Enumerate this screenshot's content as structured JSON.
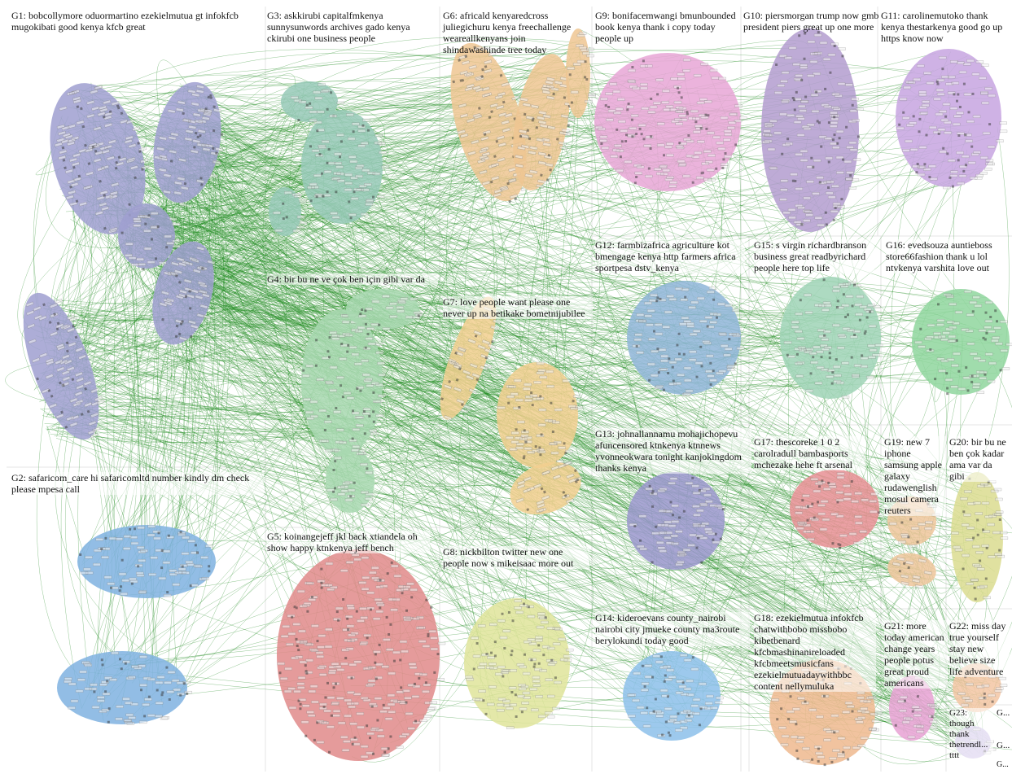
{
  "groups": [
    {
      "id": "G1",
      "label": "G1: bobcollymore oduormartino ezekielmutua gt infokfcb mugokibati good kenya kfcb great",
      "color": "#9f9fd0"
    },
    {
      "id": "G2",
      "label": "G2: safaricom_care hi safaricomltd number kindly dm check please mpesa call",
      "color": "#7fb2e0"
    },
    {
      "id": "G3",
      "label": "G3: askkirubi capitalfmkenya sunnysunwords archives gado kenya ckirubi one business people",
      "color": "#97c9b7"
    },
    {
      "id": "G4",
      "label": "G4: bir bu ne ve çok ben için gibi var da",
      "color": "#a8d8b0"
    },
    {
      "id": "G5",
      "label": "G5: koinangejeff jkl back xtiandela oh show happy ktnkenya jeff bench",
      "color": "#e08a8a"
    },
    {
      "id": "G6",
      "label": "G6: africald kenyaredcross juliegichuru kenya freechallenge weareallkenyans join shindawashinde tree today",
      "color": "#efc592"
    },
    {
      "id": "G7",
      "label": "G7: love people want please one never up na betikake bometnijubilee",
      "color": "#f2cf8f"
    },
    {
      "id": "G8",
      "label": "G8: nickbilton twitter new one people now s mikeisaac more out",
      "color": "#dfe49a"
    },
    {
      "id": "G9",
      "label": "G9: bonifacemwangi bmunbounded book kenya thank i copy today people up",
      "color": "#e7a6d6"
    },
    {
      "id": "G10",
      "label": "G10: piersmorgan trump now gmb president piers great up one more",
      "color": "#b39ccf"
    },
    {
      "id": "G11",
      "label": "G11: carolinemutoko thank kenya thestarkenya good go up https know now",
      "color": "#c7a5e0"
    },
    {
      "id": "G12",
      "label": "G12: farmbizafrica agriculture kot bmengage kenya http farmers africa sportpesa dstv_kenya",
      "color": "#8fb5d8"
    },
    {
      "id": "G13",
      "label": "G13: johnallannamu mohajichopevu afuncensored ktnkenya ktnnews yvonneokwara tonight kanjokingdom thanks kenya",
      "color": "#9a96cc"
    },
    {
      "id": "G14",
      "label": "G14: kideroevans county_nairobi nairobi city jmueke county ma3route berylokundi today good",
      "color": "#8cc0ea"
    },
    {
      "id": "G15",
      "label": "G15: s virgin richardbranson business great readbyrichard people here top life",
      "color": "#9fd3b6"
    },
    {
      "id": "G16",
      "label": "G16: evedsouza auntieboss store66fashion thank u lol ntvkenya varshita love out",
      "color": "#8fd69e"
    },
    {
      "id": "G17",
      "label": "G17: thescoreke 1 0 2 carolradull bambasports mchezake hehe ft arsenal",
      "color": "#e88f94"
    },
    {
      "id": "G18",
      "label": "G18: ezekielmutua infokfcb chatwithbobo missbobo kibetbenard kfcbmashinanireloaded kfcbmeetsmusicfans ezekielmutuadaywithbbc content nellymuluka",
      "color": "#efb88e"
    },
    {
      "id": "G19",
      "label": "G19: new 7 iphone samsung apple galaxy rudawenglish mosul camera reuters",
      "color": "#eec59b"
    },
    {
      "id": "G20",
      "label": "G20: bir bu ne ben çok kadar ama var da gibi",
      "color": "#dadc8f"
    },
    {
      "id": "G21",
      "label": "G21: more today american change years people potus great proud americans",
      "color": "#e7a1d4"
    },
    {
      "id": "G22",
      "label": "G22: miss day true yourself stay new believe size life adventure",
      "color": "#f3c5a3"
    },
    {
      "id": "G23",
      "label": "G23: though thank thetrendl... tttt",
      "color": "#c6b5e5"
    },
    {
      "id": "G24",
      "label": "G...",
      "color": "#bbbbbb"
    },
    {
      "id": "G25",
      "label": "G...",
      "color": "#bbbbbb"
    },
    {
      "id": "G26",
      "label": "G...",
      "color": "#bbbbbb"
    }
  ],
  "colors": {
    "edge": "#1f8a1f",
    "background": "#ffffff",
    "gridline": "#e4e4e4",
    "node_label_fill": "#f3f3f3"
  }
}
